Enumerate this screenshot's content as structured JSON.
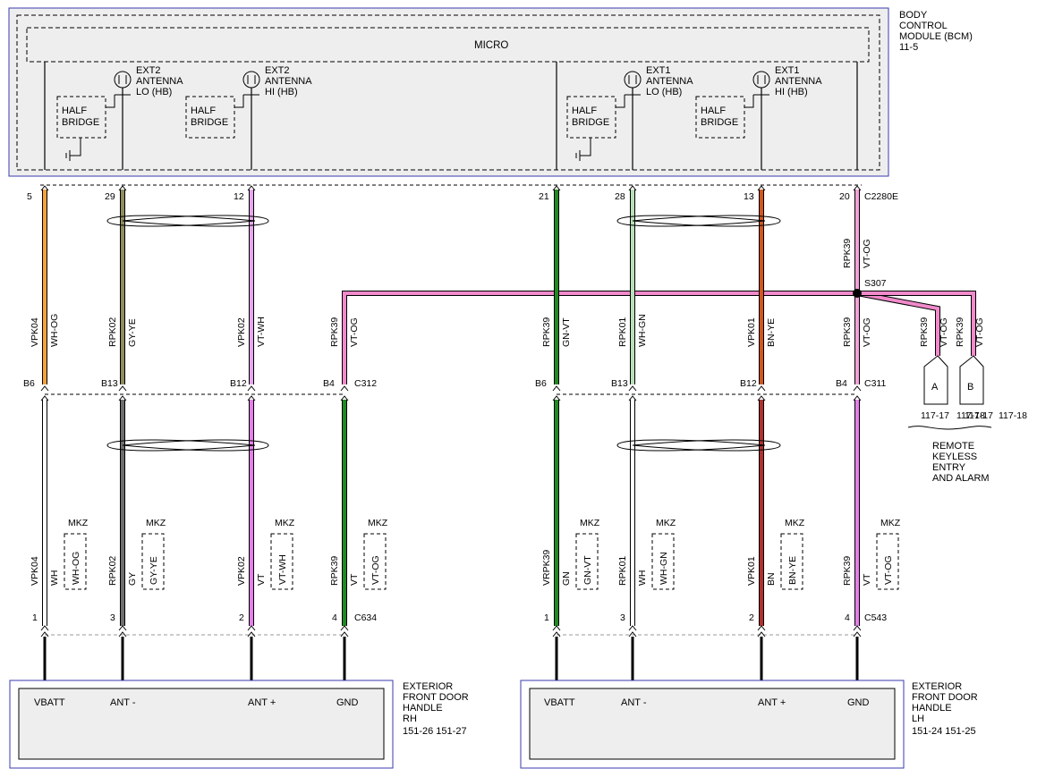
{
  "bcm": {
    "micro": "MICRO",
    "title": [
      "BODY",
      "CONTROL",
      "MODULE (BCM)",
      "11-5"
    ],
    "half_bridge": [
      "HALF",
      "BRIDGE"
    ],
    "antennas": [
      {
        "lines": [
          "EXT2",
          "ANTENNA",
          "LO (HB)"
        ]
      },
      {
        "lines": [
          "EXT2",
          "ANTENNA",
          "HI (HB)"
        ]
      },
      {
        "lines": [
          "EXT1",
          "ANTENNA",
          "LO (HB)"
        ]
      },
      {
        "lines": [
          "EXT1",
          "ANTENNA",
          "HI (HB)"
        ]
      }
    ]
  },
  "connectors": {
    "bcm": "C2280E",
    "right_inline": "C312",
    "left_inline": "C311",
    "right_handle": "C634",
    "left_handle": "C543"
  },
  "splice": "S307",
  "mkz": "MKZ",
  "wires": [
    {
      "pin": "5",
      "circuit": "VPK04",
      "color": "WH-OG",
      "inline_pin": "B6",
      "lower_color": "WH",
      "mkz_color": "WH-OG",
      "handle_pin": "1",
      "upper_stroke": "#f2a33a",
      "lower_stroke": "#ffffff"
    },
    {
      "pin": "29",
      "circuit": "RPK02",
      "color": "GY-YE",
      "inline_pin": "B13",
      "lower_color": "GY",
      "mkz_color": "GY-YE",
      "handle_pin": "3",
      "upper_stroke": "#8c8c60",
      "lower_stroke": "#6e6e6e"
    },
    {
      "pin": "12",
      "circuit": "VPK02",
      "color": "VT-WH",
      "inline_pin": "B12",
      "lower_color": "VT",
      "mkz_color": "VT-WH",
      "handle_pin": "2",
      "upper_stroke": "#e6a6ec",
      "lower_stroke": "#e37fe8"
    },
    {
      "pin": "",
      "circuit": "RPK39",
      "color": "VT-OG",
      "inline_pin": "B4",
      "lower_color": "VT",
      "mkz_color": "VT-OG",
      "handle_pin": "4",
      "upper_stroke": "#f5a0d8",
      "lower_stroke": "#1f8a1f"
    },
    {
      "pin": "21",
      "circuit": "RPK39",
      "color": "GN-VT",
      "inline_pin": "B6",
      "lower_circuit": "VRPK39",
      "lower_color": "GN",
      "mkz_color": "GN-VT",
      "handle_pin": "1",
      "upper_stroke": "#1f8a1f",
      "lower_stroke": "#1f8a1f"
    },
    {
      "pin": "28",
      "circuit": "RPK01",
      "color": "WH-GN",
      "inline_pin": "B13",
      "lower_color": "WH",
      "mkz_color": "WH-GN",
      "handle_pin": "3",
      "upper_stroke": "#b8e0b8",
      "lower_stroke": "#ffffff"
    },
    {
      "pin": "13",
      "circuit": "VPK01",
      "color": "BN-YE",
      "inline_pin": "B12",
      "lower_color": "BN",
      "mkz_color": "BN-YE",
      "handle_pin": "2",
      "upper_stroke": "#d2551f",
      "lower_stroke": "#b03030"
    },
    {
      "pin": "20",
      "circuit": "RPK39",
      "color": "VT-OG",
      "inline_pin": "B4",
      "lower_color": "VT",
      "mkz_color": "VT-OG",
      "handle_pin": "4",
      "upper_stroke": "#f5a0d8",
      "lower_stroke": "#e37fe8"
    }
  ],
  "rke": {
    "branches": [
      {
        "circuit": "RPK39",
        "color": "VT-OG",
        "connector": "A"
      },
      {
        "circuit": "RPK39",
        "color": "VT-OG",
        "connector": "B"
      }
    ],
    "refs": [
      "117-17",
      "117-18",
      "117-17",
      "117-18"
    ],
    "title": [
      "REMOTE",
      "KEYLESS",
      "ENTRY",
      "AND ALARM"
    ]
  },
  "handles": {
    "rh": {
      "pins": [
        "VBATT",
        "ANT -",
        "ANT +",
        "GND"
      ],
      "title": [
        "EXTERIOR",
        "FRONT DOOR",
        "HANDLE",
        "RH",
        "151-26  151-27"
      ]
    },
    "lh": {
      "pins": [
        "VBATT",
        "ANT -",
        "ANT +",
        "GND"
      ],
      "title": [
        "EXTERIOR",
        "FRONT DOOR",
        "HANDLE",
        "LH",
        "151-24  151-25"
      ]
    }
  },
  "colors": {
    "module_border": "#3a3ab0",
    "module_fill": "#eeeeee",
    "pink_harness": "#f08acb",
    "dash": "#000000"
  }
}
